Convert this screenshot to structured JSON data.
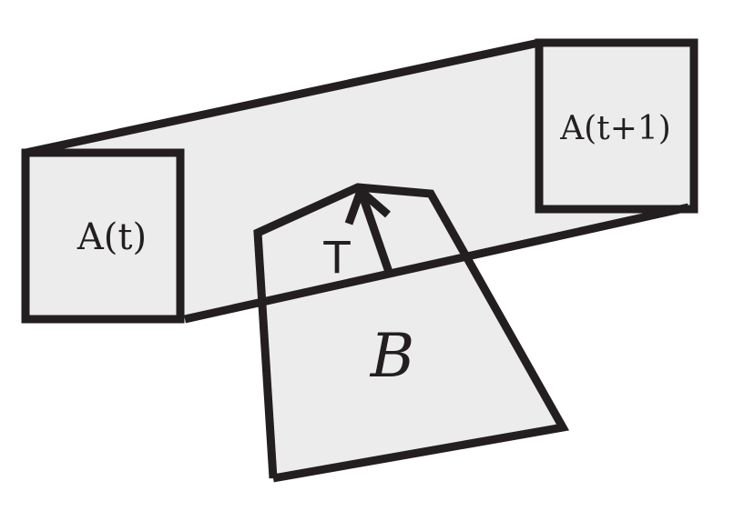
{
  "labels": {
    "box_start": "A(t)",
    "box_end": "A(t+1)",
    "region": "B",
    "vector": "T"
  },
  "colors": {
    "stroke": "#231f20",
    "fill": "#ececec",
    "background": "#ffffff"
  }
}
